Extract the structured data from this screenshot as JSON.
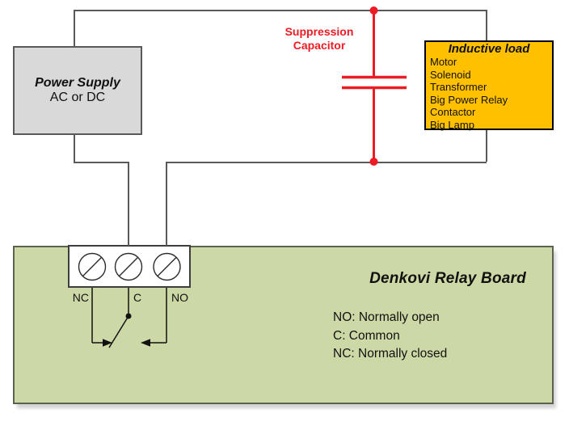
{
  "colors": {
    "wire": "#595959",
    "accent_red": "#ed1c24",
    "power_supply_fill": "#d9d9d9",
    "inductive_load_fill": "#ffc000",
    "relay_board_fill": "#ccd8a5"
  },
  "power_supply": {
    "title": "Power Supply",
    "subtitle": "AC or DC"
  },
  "suppression_capacitor": {
    "label_line1": "Suppression",
    "label_line2": "Capacitor"
  },
  "inductive_load": {
    "title": "Inductive load",
    "items": [
      "Motor",
      "Solenoid",
      "Transformer",
      "Big Power Relay",
      "Contactor",
      "Big Lamp"
    ]
  },
  "relay_board": {
    "title": "Denkovi Relay Board",
    "terminal_labels": [
      "NC",
      "C",
      "NO"
    ],
    "legend": [
      "NO: Normally open",
      "C: Common",
      "NC: Normally closed"
    ]
  }
}
